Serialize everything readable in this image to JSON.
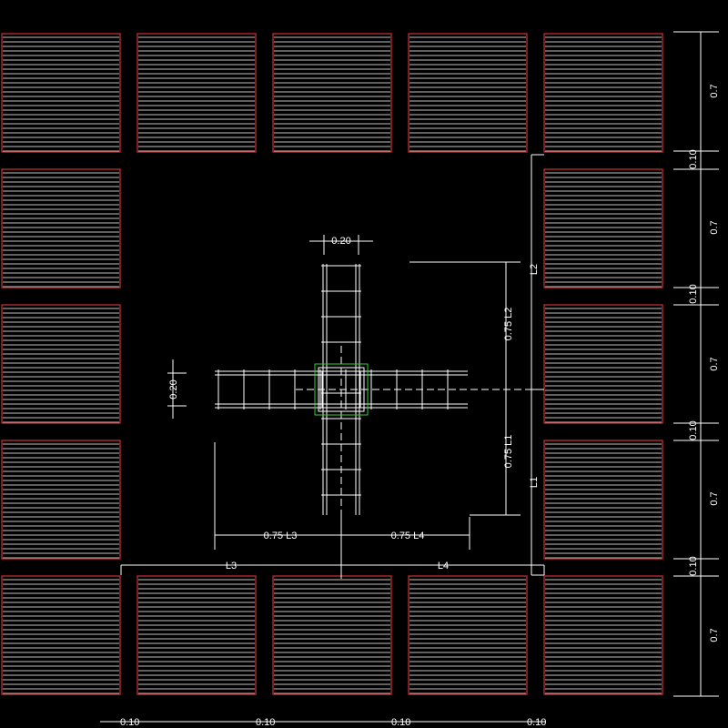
{
  "colors": {
    "background": "#000000",
    "slab_outline": "#cc3333",
    "slab_hatch": "#ffffff",
    "dimension": "#ffffff",
    "column": "#33cc33",
    "rebar": "#ffffff"
  },
  "grid": {
    "rows": 5,
    "cols": 5,
    "hollow_center": true
  },
  "dimensions": {
    "slab_size": "0.7",
    "gap": "0.10",
    "beam_width_top": "0.20",
    "beam_width_left": "0.20",
    "up_arm": "0.75  L2",
    "down_arm": "0.75  L1",
    "left_arm": "0.75  L3",
    "right_arm": "0.75  L4",
    "span_up": "L2",
    "span_down": "L1",
    "span_left": "L3",
    "span_right": "L4"
  }
}
